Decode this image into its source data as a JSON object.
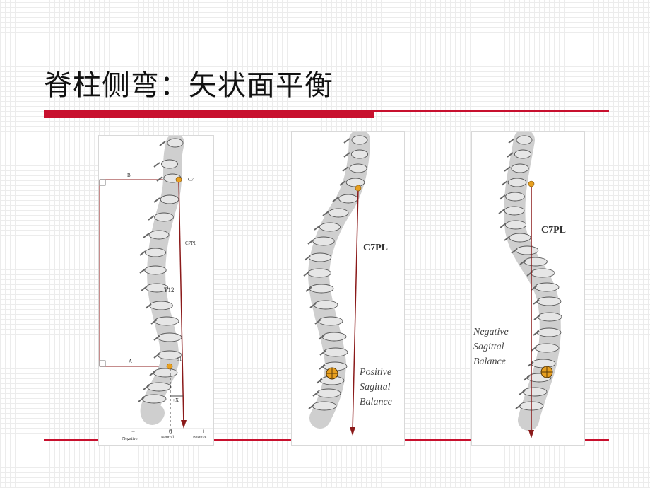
{
  "slide": {
    "title": "脊柱侧弯：矢状面平衡"
  },
  "colors": {
    "accent": "#c8102e",
    "plumb_line": "#8b1a1a",
    "marker": "#e8a020"
  },
  "panel1": {
    "label_b": "B",
    "label_c7": "C7",
    "label_c7pl": "C7PL",
    "label_t12": "T12",
    "label_a": "A",
    "label_s1": "S1",
    "label_x": "+X",
    "axis": {
      "neg_sign": "−",
      "zero": "0",
      "pos_sign": "+",
      "negative": "Negative",
      "neutral": "Neutral",
      "positive": "Positive"
    }
  },
  "panel2": {
    "c7pl": "C7PL",
    "balance": "Positive\nSagittal\nBalance"
  },
  "panel3": {
    "c7pl": "C7PL",
    "balance": "Negative\nSagittal\nBalance"
  }
}
